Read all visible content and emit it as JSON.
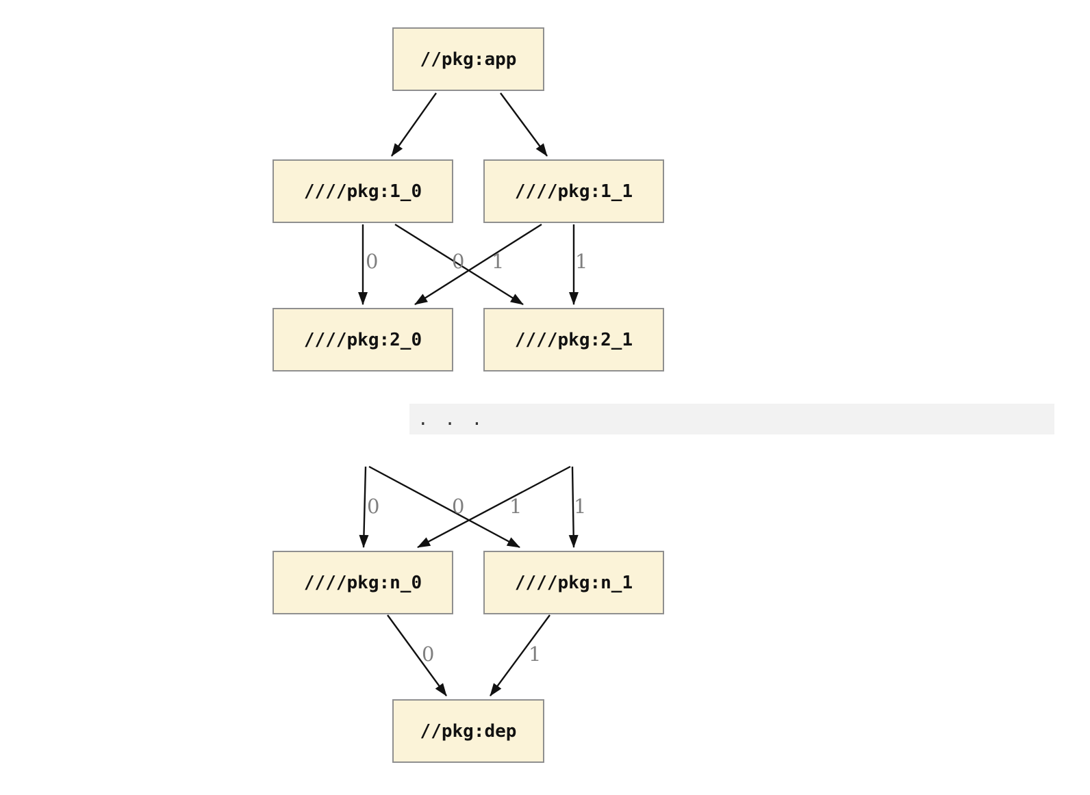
{
  "nodes": [
    {
      "id": "app",
      "label": "//pkg:app"
    },
    {
      "id": "1_0",
      "label": "////pkg:1_0"
    },
    {
      "id": "1_1",
      "label": "////pkg:1_1"
    },
    {
      "id": "2_0",
      "label": "////pkg:2_0"
    },
    {
      "id": "2_1",
      "label": "////pkg:2_1"
    },
    {
      "id": "n_0",
      "label": "////pkg:n_0"
    },
    {
      "id": "n_1",
      "label": "////pkg:n_1"
    },
    {
      "id": "dep",
      "label": "//pkg:dep"
    }
  ],
  "edges": [
    {
      "from": "//pkg:app",
      "to": "////pkg:1_0",
      "label": ""
    },
    {
      "from": "//pkg:app",
      "to": "////pkg:1_1",
      "label": ""
    },
    {
      "from": "////pkg:1_0",
      "to": "////pkg:2_0",
      "label": "0"
    },
    {
      "from": "////pkg:1_1",
      "to": "////pkg:2_0",
      "label": "0"
    },
    {
      "from": "////pkg:1_0",
      "to": "////pkg:2_1",
      "label": "1"
    },
    {
      "from": "////pkg:1_1",
      "to": "////pkg:2_1",
      "label": "1"
    },
    {
      "from": "...",
      "to": "////pkg:n_0",
      "label": "0"
    },
    {
      "from": "...",
      "to": "////pkg:n_0",
      "label": "0"
    },
    {
      "from": "...",
      "to": "////pkg:n_1",
      "label": "1"
    },
    {
      "from": "...",
      "to": "////pkg:n_1",
      "label": "1"
    },
    {
      "from": "////pkg:n_0",
      "to": "//pkg:dep",
      "label": "0"
    },
    {
      "from": "////pkg:n_1",
      "to": "//pkg:dep",
      "label": "1"
    }
  ],
  "ellipsis": ". . .",
  "colors": {
    "node_fill": "#fbf3d8",
    "node_border": "#8f8f8f",
    "edge": "#111111",
    "edge_label": "#7f7f7f",
    "ellipsis_bg": "#f2f2f2"
  }
}
